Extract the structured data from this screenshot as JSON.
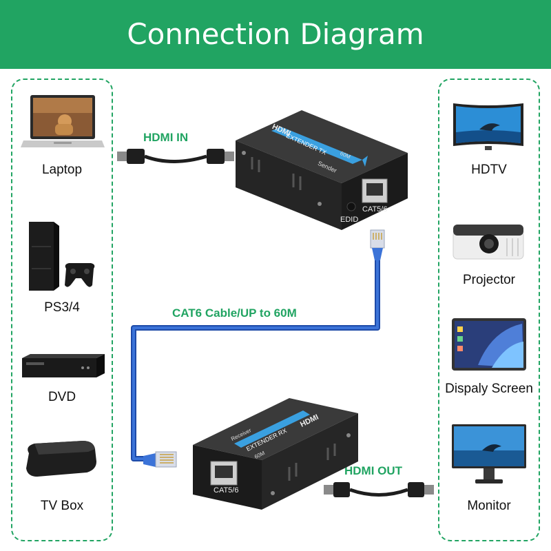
{
  "title": "Connection Diagram",
  "colors": {
    "accent": "#21a462",
    "cable": "#2f63c9",
    "device": "#2b2b2b"
  },
  "sources": [
    {
      "label": "Laptop",
      "icon": "laptop-icon"
    },
    {
      "label": "PS3/4",
      "icon": "game-console-icon"
    },
    {
      "label": "DVD",
      "icon": "dvd-player-icon"
    },
    {
      "label": "TV Box",
      "icon": "tv-box-icon"
    }
  ],
  "displays": [
    {
      "label": "HDTV",
      "icon": "hdtv-icon"
    },
    {
      "label": "Projector",
      "icon": "projector-icon"
    },
    {
      "label": "Dispaly Screen",
      "icon": "display-screen-icon"
    },
    {
      "label": "Monitor",
      "icon": "monitor-icon"
    }
  ],
  "labels": {
    "hdmi_in": "HDMI IN",
    "cable": "CAT6 Cable/UP to 60M",
    "hdmi_out": "HDMI OUT"
  },
  "sender": {
    "brand": "HDMI",
    "model": "EXTENDER TX",
    "role": "Sender",
    "length": "60M",
    "edid": "EDID",
    "port": "CAT5/6"
  },
  "receiver": {
    "brand": "HDMI",
    "model": "EXTENDER RX",
    "role": "Receiver",
    "length": "60M",
    "port": "CAT5/6"
  }
}
